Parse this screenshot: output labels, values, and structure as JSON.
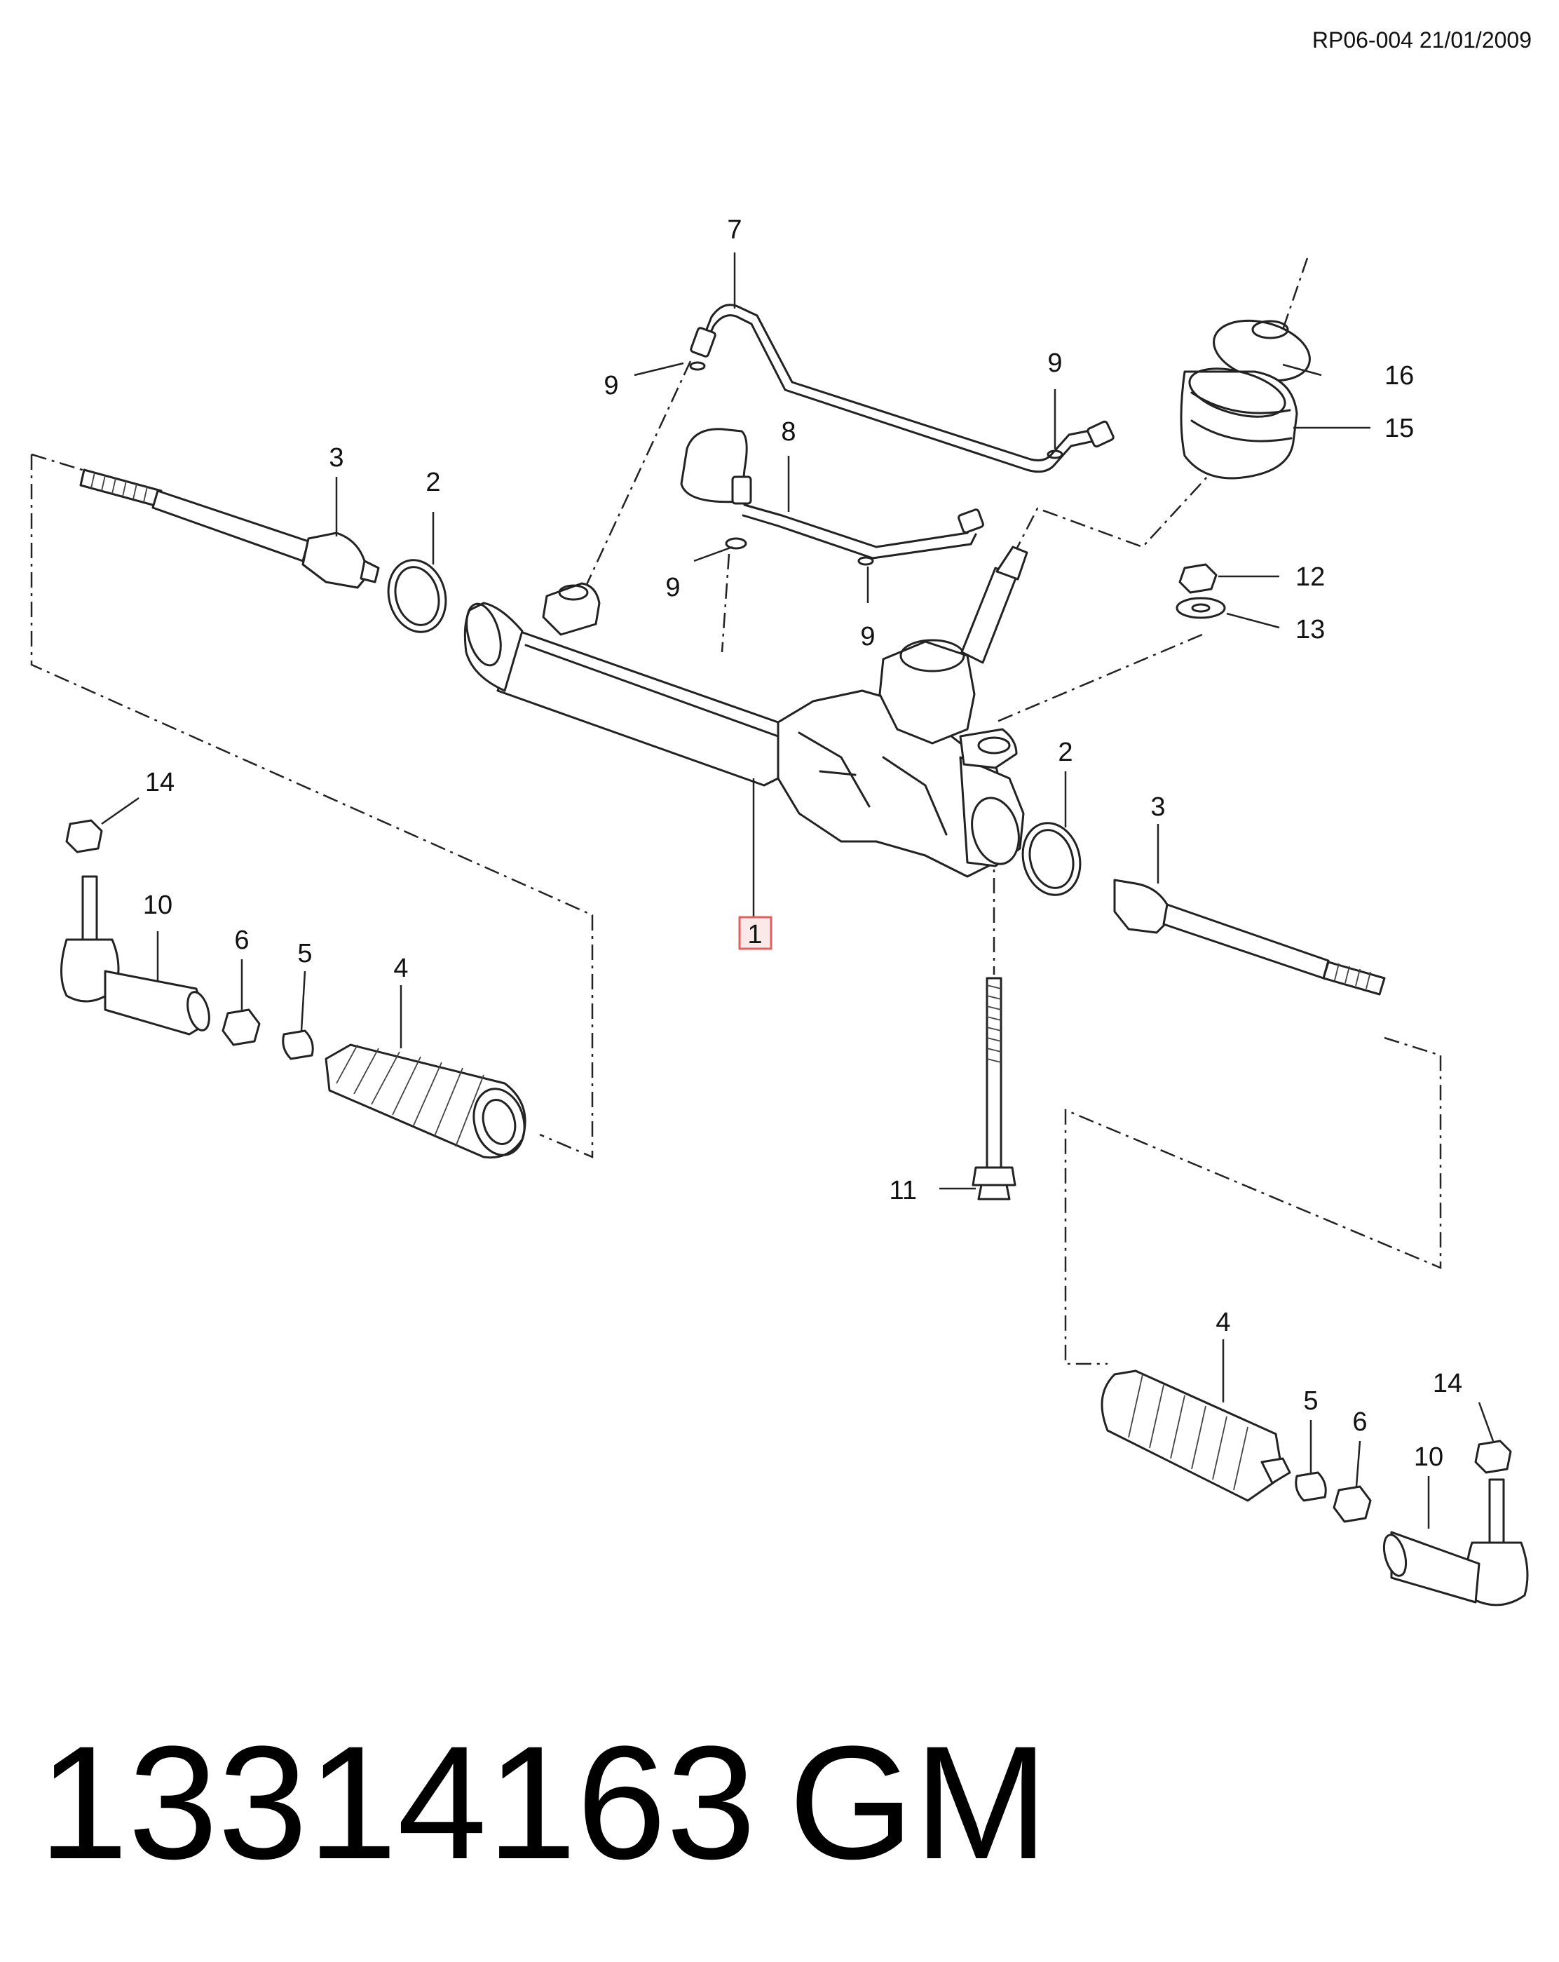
{
  "header": {
    "ref": "RP06-004 21/01/2009"
  },
  "callouts": [
    {
      "id": "c7a",
      "text": "7"
    },
    {
      "id": "c9a",
      "text": "9"
    },
    {
      "id": "c9b",
      "text": "9"
    },
    {
      "id": "c8",
      "text": "8"
    },
    {
      "id": "c9c",
      "text": "9"
    },
    {
      "id": "c9d",
      "text": "9"
    },
    {
      "id": "c16",
      "text": "16"
    },
    {
      "id": "c15",
      "text": "15"
    },
    {
      "id": "c3a",
      "text": "3"
    },
    {
      "id": "c2a",
      "text": "2"
    },
    {
      "id": "c12",
      "text": "12"
    },
    {
      "id": "c13",
      "text": "13"
    },
    {
      "id": "c14a",
      "text": "14"
    },
    {
      "id": "c2b",
      "text": "2"
    },
    {
      "id": "c3b",
      "text": "3"
    },
    {
      "id": "c10a",
      "text": "10"
    },
    {
      "id": "c6a",
      "text": "6"
    },
    {
      "id": "c5a",
      "text": "5"
    },
    {
      "id": "c4a",
      "text": "4"
    },
    {
      "id": "c1",
      "text": "1"
    },
    {
      "id": "c11",
      "text": "11"
    },
    {
      "id": "c4b",
      "text": "4"
    },
    {
      "id": "c5b",
      "text": "5"
    },
    {
      "id": "c6b",
      "text": "6"
    },
    {
      "id": "c14b",
      "text": "14"
    },
    {
      "id": "c10b",
      "text": "10"
    }
  ],
  "footer": {
    "part_number": "13314163",
    "brand": "GM"
  },
  "colors": {
    "highlight_border": "#e06060",
    "highlight_fill": "#fbe9e9",
    "ink": "#222222"
  }
}
